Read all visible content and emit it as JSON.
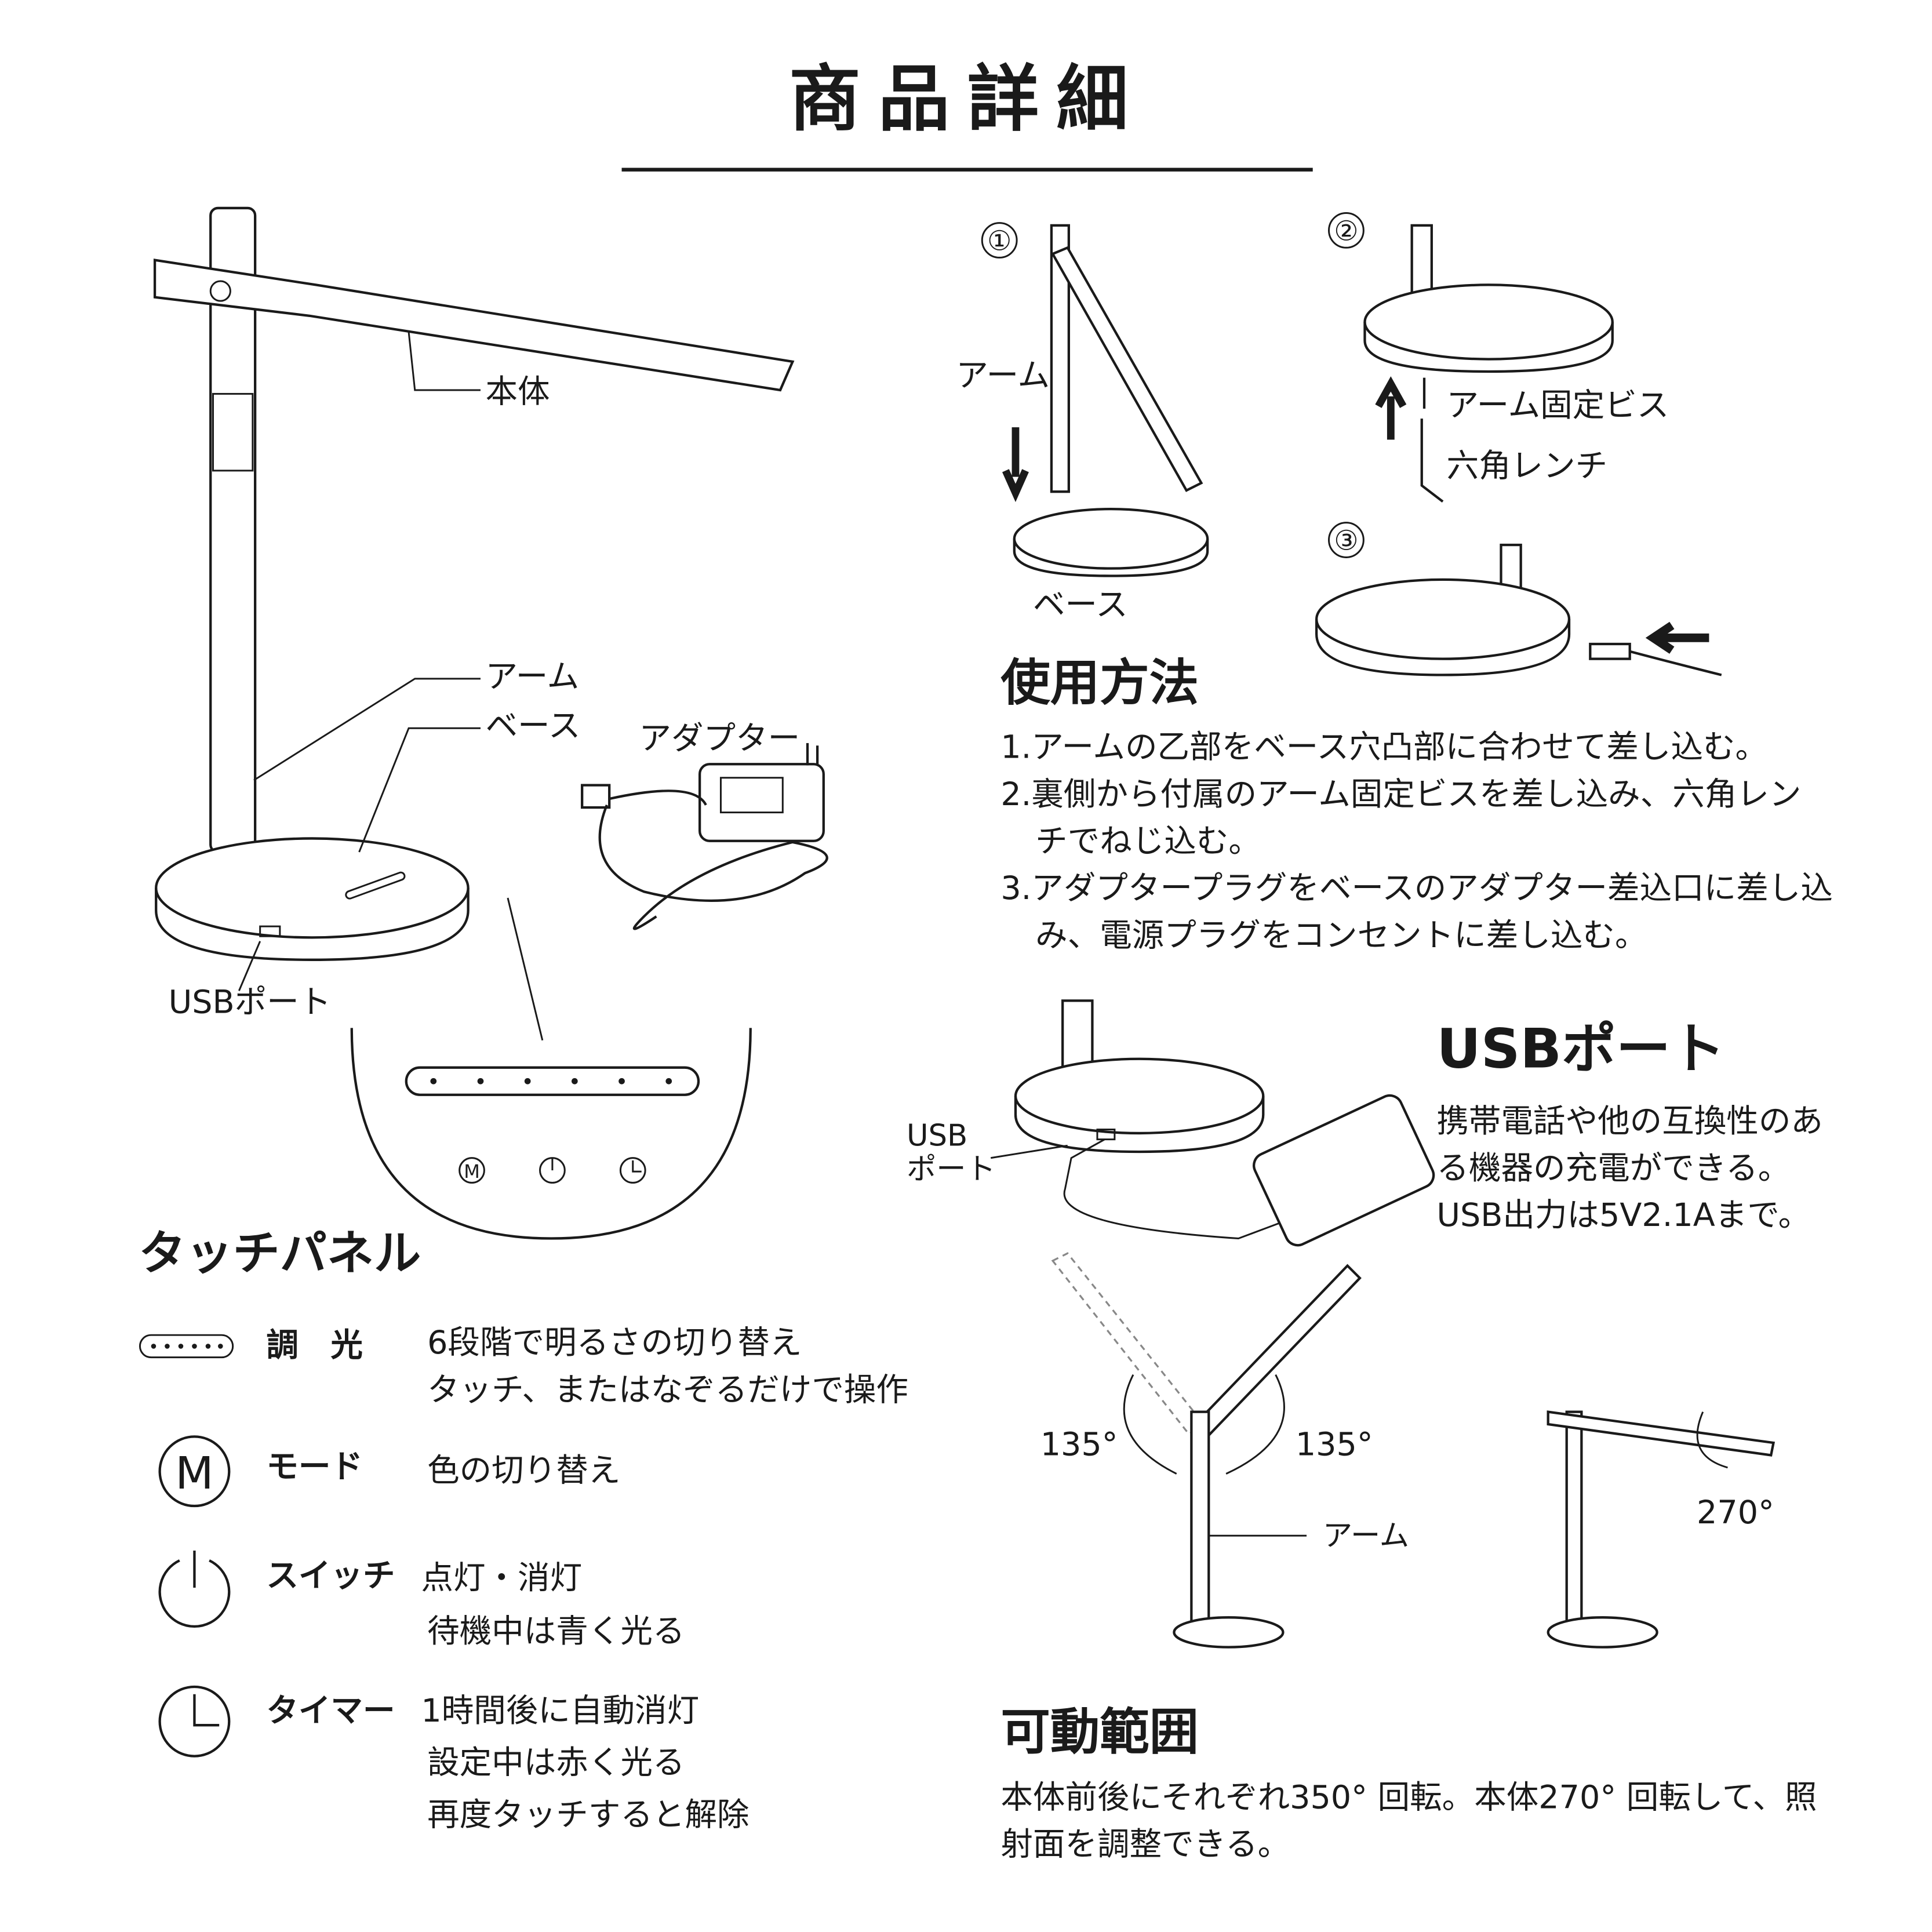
{
  "title": "商品詳細",
  "diagram": {
    "body": "本体",
    "arm": "アーム",
    "base": "ベース",
    "adapter": "アダプター",
    "usb_port": "USBポート"
  },
  "assembly": {
    "step1": "①",
    "step2": "②",
    "step3": "③",
    "arm": "アーム",
    "base": "ベース",
    "screw": "アーム固定ビス",
    "wrench": "六角レンチ"
  },
  "usage": {
    "heading": "使用方法",
    "lines": [
      "1.アームの乙部をベース穴凸部に合わせて差し込む。",
      "2.裏側から付属のアーム固定ビスを差し込み、六角レン",
      "チでねじ込む。",
      "3.アダプタープラグをベースのアダプター差込口に差し込",
      "み、電源プラグをコンセントに差し込む。"
    ]
  },
  "usb": {
    "heading": "USBポート",
    "label1": "USB",
    "label2": "ポート",
    "lines": [
      "携帯電話や他の互換性のあ",
      "る機器の充電ができる。",
      "USB出力は5V2.1Aまで。"
    ]
  },
  "range": {
    "angle_left": "135°",
    "angle_right": "135°",
    "arm": "アーム",
    "angle_rotate": "270°",
    "heading": "可動範囲",
    "lines": [
      "本体前後にそれぞれ350° 回転。本体270° 回転して、照",
      "射面を調整できる。"
    ]
  },
  "touch_panel": {
    "heading": "タッチパネル",
    "items": [
      {
        "icon": "slider-dots-icon",
        "name": "調　光",
        "desc": [
          "6段階で明るさの切り替え",
          "タッチ、またはなぞるだけで操作"
        ]
      },
      {
        "icon": "mode-m-icon",
        "name": "モード",
        "desc": [
          "色の切り替え"
        ]
      },
      {
        "icon": "power-icon",
        "name": "スイッチ",
        "desc": [
          "点灯・消灯",
          "待機中は青く光る"
        ]
      },
      {
        "icon": "timer-icon",
        "name": "タイマー",
        "desc": [
          "1時間後に自動消灯",
          "設定中は赤く光る",
          "再度タッチすると解除"
        ]
      }
    ]
  }
}
